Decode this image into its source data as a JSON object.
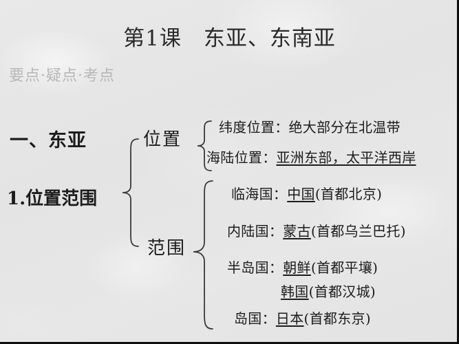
{
  "slide": {
    "title": "第1课　东亚、东南亚",
    "subtitle": "要点·疑点·考点",
    "text_color": "#1c1c1c",
    "subtitle_color": "#b8b8b8",
    "background_color": "#e6e6e6"
  },
  "outline": {
    "section_heading": "一、东亚",
    "topic_heading": "1.位置范围",
    "branches": [
      {
        "label": "位置",
        "items": [
          {
            "prefix": "纬度位置：",
            "value": "绝大部分在北温带",
            "underlined": false,
            "suffix": ""
          },
          {
            "prefix": "海陆位置：",
            "value": "亚洲东部，太平洋西岸",
            "underlined": true,
            "suffix": ""
          }
        ]
      },
      {
        "label": "范围",
        "items": [
          {
            "prefix": "临海国：",
            "value": "中国",
            "underlined": true,
            "suffix": "(首都北京)"
          },
          {
            "prefix": "内陆国：",
            "value": "蒙古",
            "underlined": true,
            "suffix": "(首都乌兰巴托)"
          },
          {
            "prefix": "半岛国：",
            "value": "朝鲜",
            "underlined": true,
            "suffix": "(首都平壤)"
          },
          {
            "prefix": "",
            "value": "韩国",
            "underlined": true,
            "suffix": "(首都汉城)"
          },
          {
            "prefix": "岛国：",
            "value": "日本",
            "underlined": true,
            "suffix": "(首都东京)"
          }
        ]
      }
    ]
  }
}
